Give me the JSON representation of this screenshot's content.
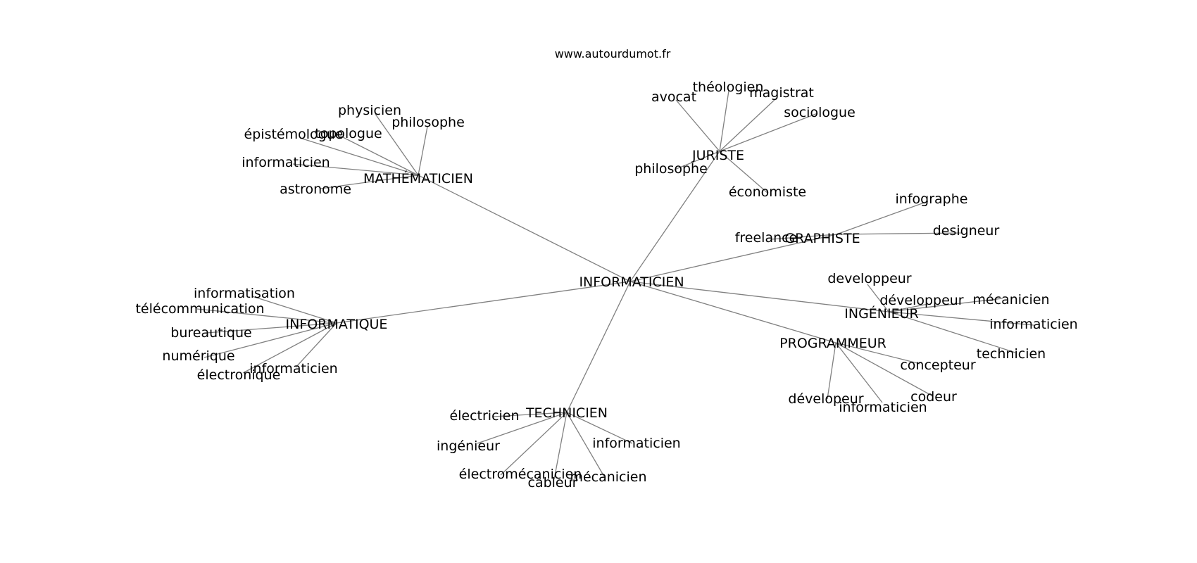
{
  "site": "www.autourdumot.fr",
  "center": "INFORMATICIEN",
  "clusters": [
    {
      "hub": "MATHÉMATICIEN",
      "words": [
        "physicien",
        "philosophe",
        "épistémologue",
        "topologue",
        "informaticien",
        "astronome"
      ]
    },
    {
      "hub": "JURISTE",
      "words": [
        "avocat",
        "théologien",
        "magistrat",
        "sociologue",
        "philosophe",
        "économiste"
      ]
    },
    {
      "hub": "GRAPHISTE",
      "words": [
        "infographe",
        "designeur",
        "freelance"
      ]
    },
    {
      "hub": "INGÉNIEUR",
      "words": [
        "developpeur",
        "développeur",
        "mécanicien",
        "informaticien",
        "technicien"
      ]
    },
    {
      "hub": "PROGRAMMEUR",
      "words": [
        "concepteur",
        "codeur",
        "informaticien",
        "dévelopeur"
      ]
    },
    {
      "hub": "INFORMATIQUE",
      "words": [
        "informatisation",
        "télécommunication",
        "bureautique",
        "numérique",
        "électronique",
        "informaticien"
      ]
    },
    {
      "hub": "TECHNICIEN",
      "words": [
        "électricien",
        "ingénieur",
        "électromécanicien",
        "câbleur",
        "mécanicien",
        "informaticien"
      ]
    }
  ]
}
